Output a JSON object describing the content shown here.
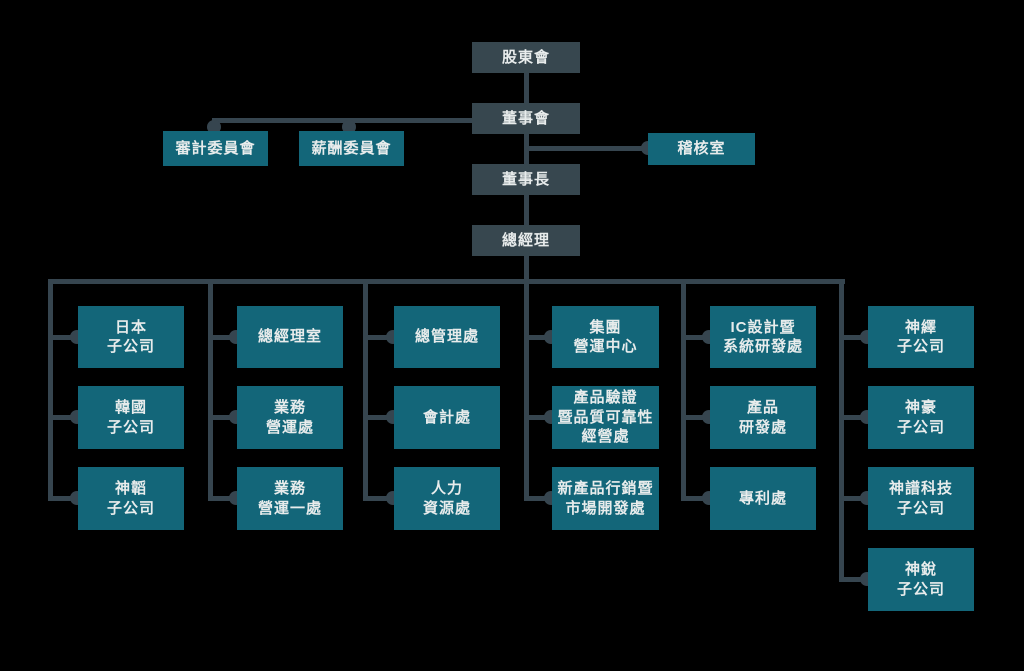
{
  "palette": {
    "background": "#000000",
    "executive_box": "#37474F",
    "unit_box": "#136679",
    "connector": "#36454F",
    "text": "#E8ECEC"
  },
  "governance_chain": [
    {
      "label": "股東會"
    },
    {
      "label": "董事會"
    },
    {
      "label": "董事長"
    },
    {
      "label": "總經理"
    }
  ],
  "board_committees": [
    {
      "label": "審計委員會"
    },
    {
      "label": "薪酬委員會"
    }
  ],
  "audit_office": {
    "label": "稽核室"
  },
  "divisions": {
    "columns": [
      {
        "units": [
          {
            "label": "日本\n子公司"
          },
          {
            "label": "韓國\n子公司"
          },
          {
            "label": "神韜\n子公司"
          }
        ]
      },
      {
        "units": [
          {
            "label": "總經理室"
          },
          {
            "label": "業務\n營運處"
          },
          {
            "label": "業務\n營運一處"
          }
        ]
      },
      {
        "units": [
          {
            "label": "總管理處"
          },
          {
            "label": "會計處"
          },
          {
            "label": "人力\n資源處"
          }
        ]
      },
      {
        "units": [
          {
            "label": "集團\n營運中心"
          },
          {
            "label": "產品驗證\n暨品質可靠性\n經營處"
          },
          {
            "label": "新產品行銷暨\n市場開發處"
          }
        ]
      },
      {
        "units": [
          {
            "label": "IC設計暨\n系統研發處"
          },
          {
            "label": "產品\n研發處"
          },
          {
            "label": "專利處"
          }
        ]
      },
      {
        "units": [
          {
            "label": "神繹\n子公司"
          },
          {
            "label": "神豪\n子公司"
          },
          {
            "label": "神譜科技\n子公司"
          },
          {
            "label": "神銳\n子公司"
          }
        ]
      }
    ]
  }
}
